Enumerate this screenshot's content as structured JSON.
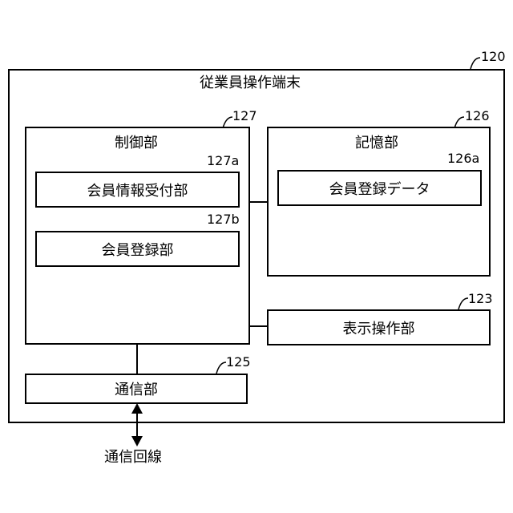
{
  "terminal": {
    "title": "従業員操作端末",
    "ref": "120"
  },
  "control": {
    "title": "制御部",
    "ref": "127"
  },
  "member_info_receiver": {
    "label": "会員情報受付部",
    "ref": "127a"
  },
  "member_register": {
    "label": "会員登録部",
    "ref": "127b"
  },
  "storage": {
    "title": "記憶部",
    "ref": "126"
  },
  "member_data": {
    "label": "会員登録データ",
    "ref": "126a"
  },
  "display_operation": {
    "label": "表示操作部",
    "ref": "123"
  },
  "communication": {
    "label": "通信部",
    "ref": "125"
  },
  "comm_line": {
    "label": "通信回線"
  }
}
